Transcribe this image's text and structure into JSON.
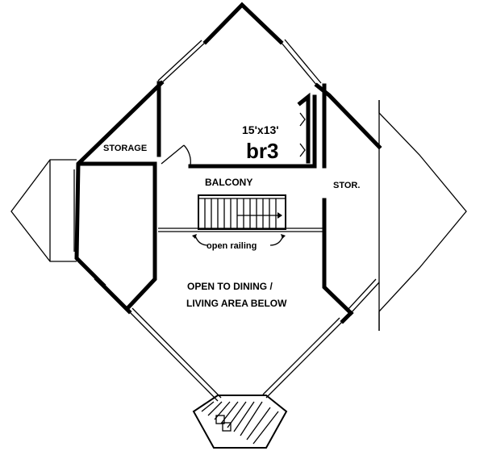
{
  "rooms": {
    "bedroom_dims": "15'x13'",
    "bedroom_name": "br3",
    "storage_left": "STORAGE",
    "storage_right": "STOR.",
    "balcony": "BALCONY",
    "railing": "open railing",
    "open_line1": "OPEN TO DINING /",
    "open_line2": "LIVING AREA BELOW"
  }
}
